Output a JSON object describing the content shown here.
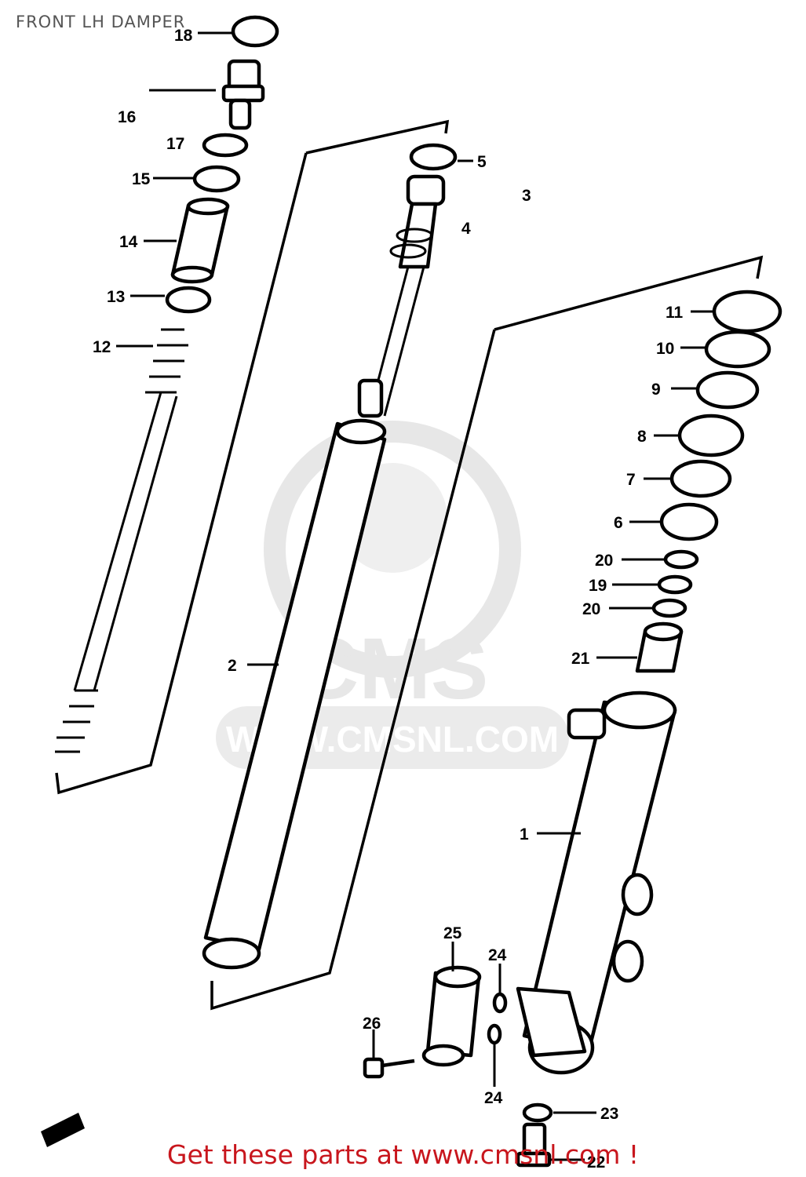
{
  "title": "FRONT LH DAMPER",
  "footer": "Get these parts at www.cmsnl.com !",
  "watermark": {
    "brand": "CMS",
    "url": "WWW.CMSNL.COM"
  },
  "part_numbers": [
    "1",
    "2",
    "3",
    "4",
    "5",
    "6",
    "7",
    "8",
    "9",
    "10",
    "11",
    "12",
    "13",
    "14",
    "15",
    "16",
    "17",
    "18",
    "19",
    "20",
    "20",
    "21",
    "22",
    "23",
    "24",
    "24",
    "25",
    "26"
  ],
  "colors": {
    "footer": "#c8161d",
    "watermark": "#d9d9d9",
    "line": "#000000"
  }
}
